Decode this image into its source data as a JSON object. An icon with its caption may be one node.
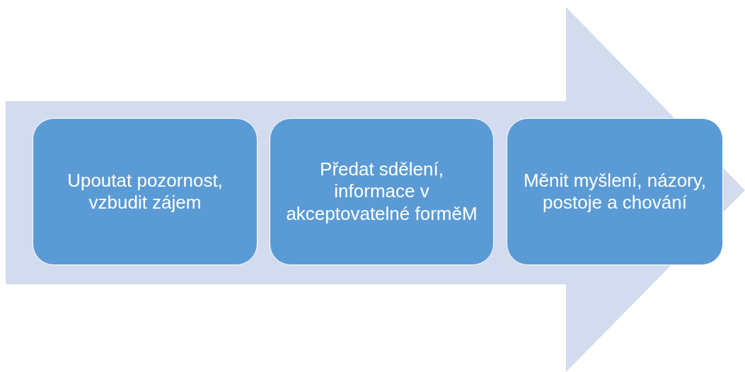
{
  "diagram": {
    "nodes": [
      {
        "text": [],
        "shape": "arrow"
      },
      {
        "text": [
          "Upoutat pozornost, vzbudit zájem"
        ],
        "in": 0
      },
      {
        "text": [
          "Předat sdělení, informace v akceptovatelné forměM"
        ],
        "in": 0
      },
      {
        "text": [
          "Měnit myšlení, názory, postoje a chování"
        ],
        "in": 0
      }
    ]
  }
}
